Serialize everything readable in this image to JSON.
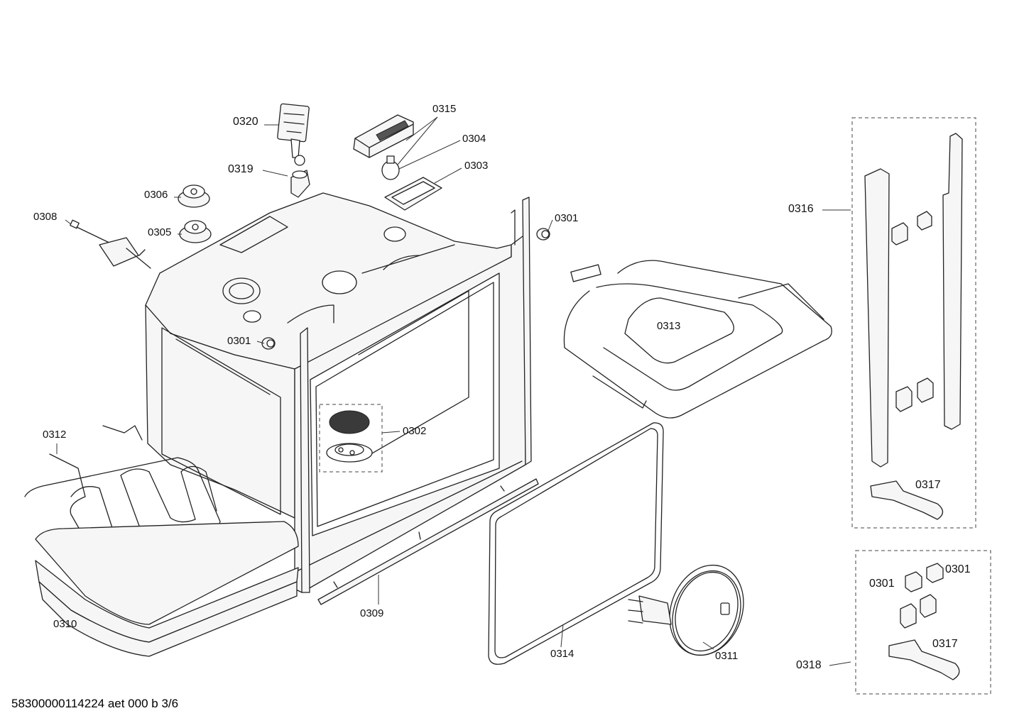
{
  "diagram": {
    "labels": {
      "p0320": "0320",
      "p0319": "0319",
      "p0315": "0315",
      "p0304": "0304",
      "p0303": "0303",
      "p0306": "0306",
      "p0308": "0308",
      "p0305": "0305",
      "p0301_top": "0301",
      "p0316": "0316",
      "p0313": "0313",
      "p0301_mid": "0301",
      "p0302": "0302",
      "p0312": "0312",
      "p0317_top": "0317",
      "p0301_box_a": "0301",
      "p0301_box_b": "0301",
      "p0317_bottom": "0317",
      "p0309": "0309",
      "p0310": "0310",
      "p0314": "0314",
      "p0311": "0311",
      "p0318": "0318"
    },
    "footer": "58300000114224 aet 000 b 3/6"
  }
}
